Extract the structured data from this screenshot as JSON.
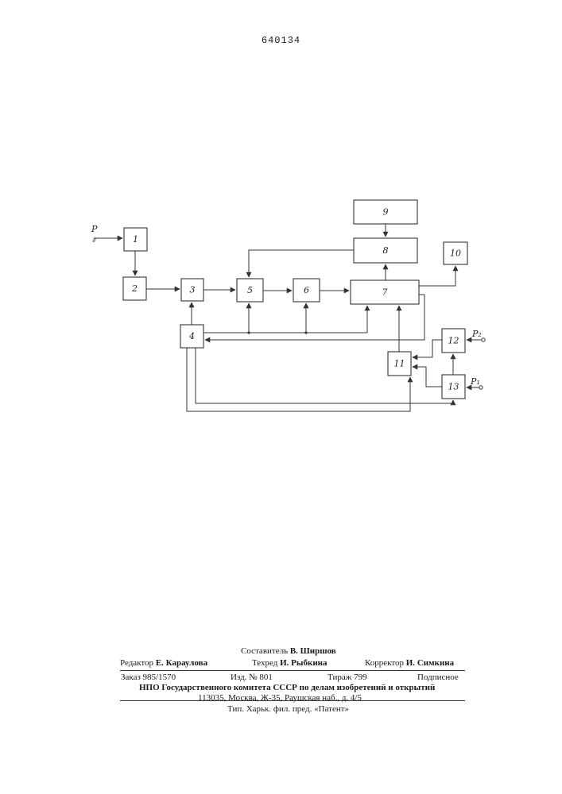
{
  "patent_number": "640134",
  "diagram": {
    "blocks": [
      {
        "id": "1",
        "label": "1"
      },
      {
        "id": "2",
        "label": "2"
      },
      {
        "id": "3",
        "label": "3"
      },
      {
        "id": "4",
        "label": "4"
      },
      {
        "id": "5",
        "label": "5"
      },
      {
        "id": "6",
        "label": "6"
      },
      {
        "id": "7",
        "label": "7"
      },
      {
        "id": "8",
        "label": "8"
      },
      {
        "id": "9",
        "label": "9"
      },
      {
        "id": "10",
        "label": "10"
      },
      {
        "id": "11",
        "label": "11"
      },
      {
        "id": "12",
        "label": "12"
      },
      {
        "id": "13",
        "label": "13"
      }
    ],
    "inputs": {
      "p": "P",
      "p_sub": "г",
      "p2": "P₂",
      "p1": "P₁"
    }
  },
  "footer": {
    "compiler": {
      "role": "Составитель",
      "name": "В. Ширшов"
    },
    "editor": {
      "role": "Редактор",
      "name": "Е. Караулова"
    },
    "techred": {
      "role": "Техред",
      "name": "И. Рыбкина"
    },
    "corrector": {
      "role": "Корректор",
      "name": "И. Симкина"
    },
    "order": "Заказ 985/1570",
    "edition": "Изд. № 801",
    "circulation": "Тираж 799",
    "subscription": "Подписное",
    "org": "НПО Государственного комитета СССР по делам изобретений и открытий",
    "address": "113035, Москва, Ж-35, Раушская наб., д. 4/5",
    "printer": "Тип. Харьк. фил. пред. «Патент»"
  }
}
